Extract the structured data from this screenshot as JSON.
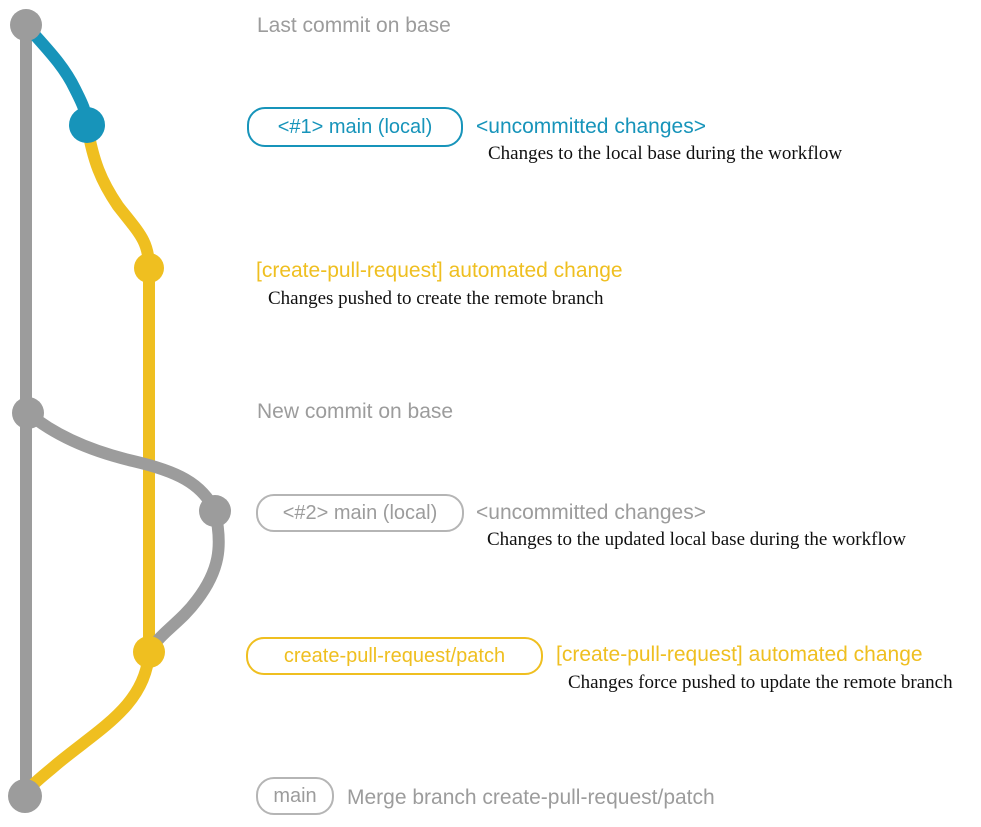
{
  "colors": {
    "gray": "#9c9c9c",
    "blue": "#1794ba",
    "yellow": "#efbf20",
    "text_dark": "#101010",
    "background": "#ffffff"
  },
  "graph": {
    "branches": [
      {
        "name": "main (base)",
        "color": "#9c9c9c"
      },
      {
        "name": "main (local)",
        "color": "#1794ba"
      },
      {
        "name": "create-pull-request/patch",
        "color": "#efbf20"
      }
    ],
    "commit_dots": [
      {
        "name": "last-commit-on-base",
        "color": "#9c9c9c"
      },
      {
        "name": "local-main-1-uncommitted-changes",
        "color": "#1794ba"
      },
      {
        "name": "create-pull-request-automated-change-1",
        "color": "#efbf20"
      },
      {
        "name": "new-commit-on-base",
        "color": "#9c9c9c"
      },
      {
        "name": "local-main-2-uncommitted-changes",
        "color": "#9c9c9c"
      },
      {
        "name": "create-pull-request-automated-change-2",
        "color": "#efbf20"
      },
      {
        "name": "merge-commit-on-main",
        "color": "#9c9c9c"
      }
    ]
  },
  "rows": {
    "last_base": {
      "title": "Last commit on base"
    },
    "local1": {
      "branch_badge": "<#1> main (local)",
      "status": "<uncommitted changes>",
      "desc": "Changes to the local base during the workflow"
    },
    "cpr1": {
      "commit_message": "[create-pull-request] automated change",
      "desc": "Changes pushed to create the remote branch"
    },
    "new_base": {
      "title": "New commit on base"
    },
    "local2": {
      "branch_badge": "<#2> main (local)",
      "status": "<uncommitted changes>",
      "desc": "Changes to the updated local base during the workflow"
    },
    "cpr2": {
      "branch_badge": "create-pull-request/patch",
      "commit_message": "[create-pull-request] automated change",
      "desc": "Changes force pushed to update the remote branch"
    },
    "merge": {
      "branch_badge": "main",
      "commit_message": "Merge branch create-pull-request/patch"
    }
  }
}
